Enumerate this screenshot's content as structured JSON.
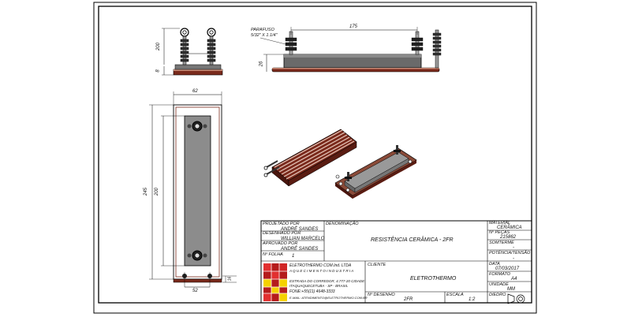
{
  "drawing": {
    "dims": {
      "top_height": "200",
      "top_small": "8",
      "side_length": "175",
      "side_height": "26",
      "front_width": "62",
      "front_total": "245",
      "front_inner": "200",
      "bottom_width": "52",
      "bottom_small": "16"
    },
    "screw_note": [
      "PARAFUSO",
      "5/32\" X 1.1/4\""
    ]
  },
  "title_block": {
    "projetado_por_label": "PROJETADO POR",
    "projetado_por": "ANDRÉ SANDES",
    "desenhado_por_label": "DESENHADO POR",
    "desenhado_por": "WILLIAN MARCELO",
    "aprovado_por_label": "APROVADO POR",
    "aprovado_por": "ANDRÉ SANDES",
    "n_folha_label": "Nº FOLHA",
    "n_folha": "1",
    "denominacao_label": "DENOMINAÇÃO",
    "denominacao": "RESISTÊNCIA CERÂMICA - 2FR",
    "material_label": "MATERIAL",
    "material": "CERÂMICA",
    "n_pecas_label": "Nº PEÇAS",
    "n_pecas": "215862",
    "som_label": "SOMTERME",
    "som": "-",
    "potencia_label": "POTÊNCIA/TENSÃO",
    "potencia": "-",
    "data_label": "DATA",
    "data": "07/03/2017",
    "formato_label": "FORMATO",
    "formato": "A4",
    "unidade_label": "UNIDADE",
    "unidade": "MM",
    "cliente_label": "CLIENTE",
    "cliente": "ELETROTHERMO",
    "n_desenho_label": "Nº DESENHO",
    "n_desenho": "2FR",
    "escala_label": "ESCALA",
    "escala": "1:2",
    "diedro_label": "DIEDRO",
    "company": {
      "name": "ELETROTHERMO COM.Ind. LTDA",
      "tagline": "A Q U E C I M E N T O   I N D U S T R I A",
      "address": "ESTRADA DO CORREDOR, 4.777-20 CIDADE",
      "city": "ITAQUAQUECETUBA - SP - BRASIL",
      "phone": "FONE:+55(11) 4648-3333",
      "email": "E-MAIL: ATENDIMENTO@ELETROTHERMO.COM.BR"
    }
  }
}
